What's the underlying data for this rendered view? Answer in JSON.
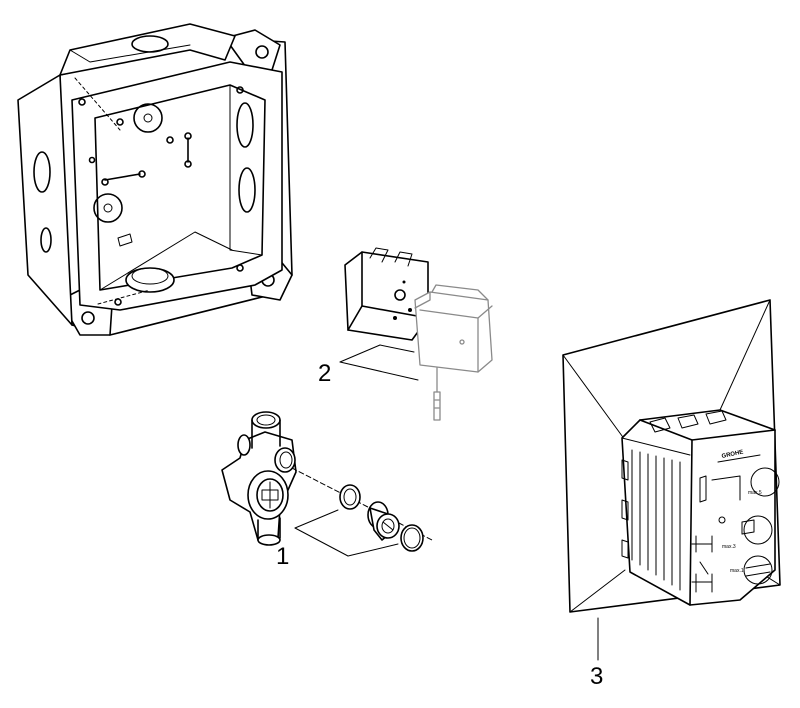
{
  "callouts": {
    "one": "1",
    "two": "2",
    "three": "3"
  },
  "panel_markings": {
    "brand": "GROHE",
    "max_a": "max.5",
    "max_b": "max.3",
    "max_c": "max.1"
  },
  "icons": {
    "install_box": "flush-mount-box-illustration",
    "electronics": "power-module-illustration",
    "valve": "valve-body-illustration",
    "cover": "protective-cover-illustration"
  }
}
